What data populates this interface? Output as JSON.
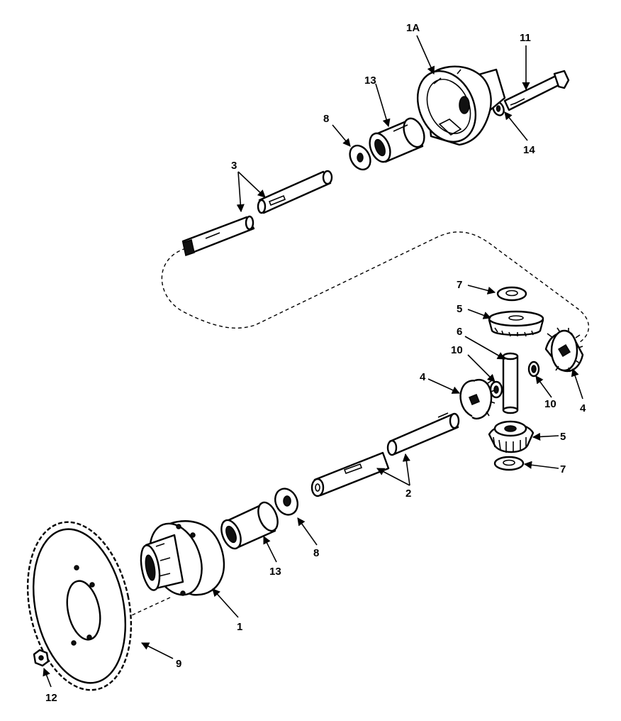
{
  "callouts": {
    "c1A": "1A",
    "c11": "11",
    "c13_top": "13",
    "c8_top": "8",
    "c14": "14",
    "c3": "3",
    "c7_top": "7",
    "c5_top": "5",
    "c6": "6",
    "c10_left": "10",
    "c4_left": "4",
    "c10_right": "10",
    "c4_right": "4",
    "c5_bottom": "5",
    "c7_bottom": "7",
    "c2": "2",
    "c8_bottom": "8",
    "c13_bottom": "13",
    "c1": "1",
    "c9": "9",
    "c12": "12"
  }
}
